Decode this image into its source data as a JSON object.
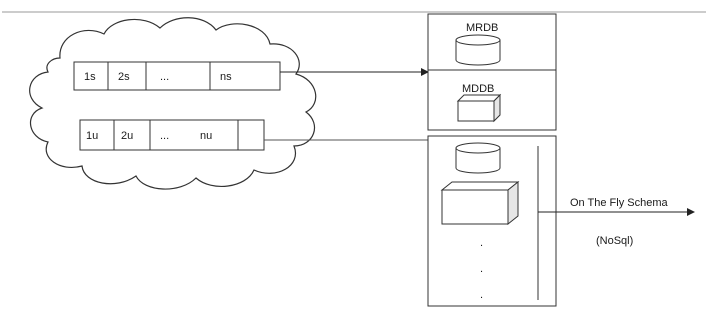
{
  "structured_row": {
    "cells": [
      "1s",
      "2s",
      "...",
      "ns"
    ]
  },
  "unstructured_row": {
    "cells": [
      "1u",
      "2u",
      "...",
      "nu"
    ]
  },
  "stores": {
    "mrdb_label": "MRDB",
    "mddb_label": "MDDB"
  },
  "flexible_store": {
    "dots": [
      ".",
      ".",
      "."
    ]
  },
  "output": {
    "title": "On The Fly Schema",
    "subtitle": "(NoSql)"
  }
}
